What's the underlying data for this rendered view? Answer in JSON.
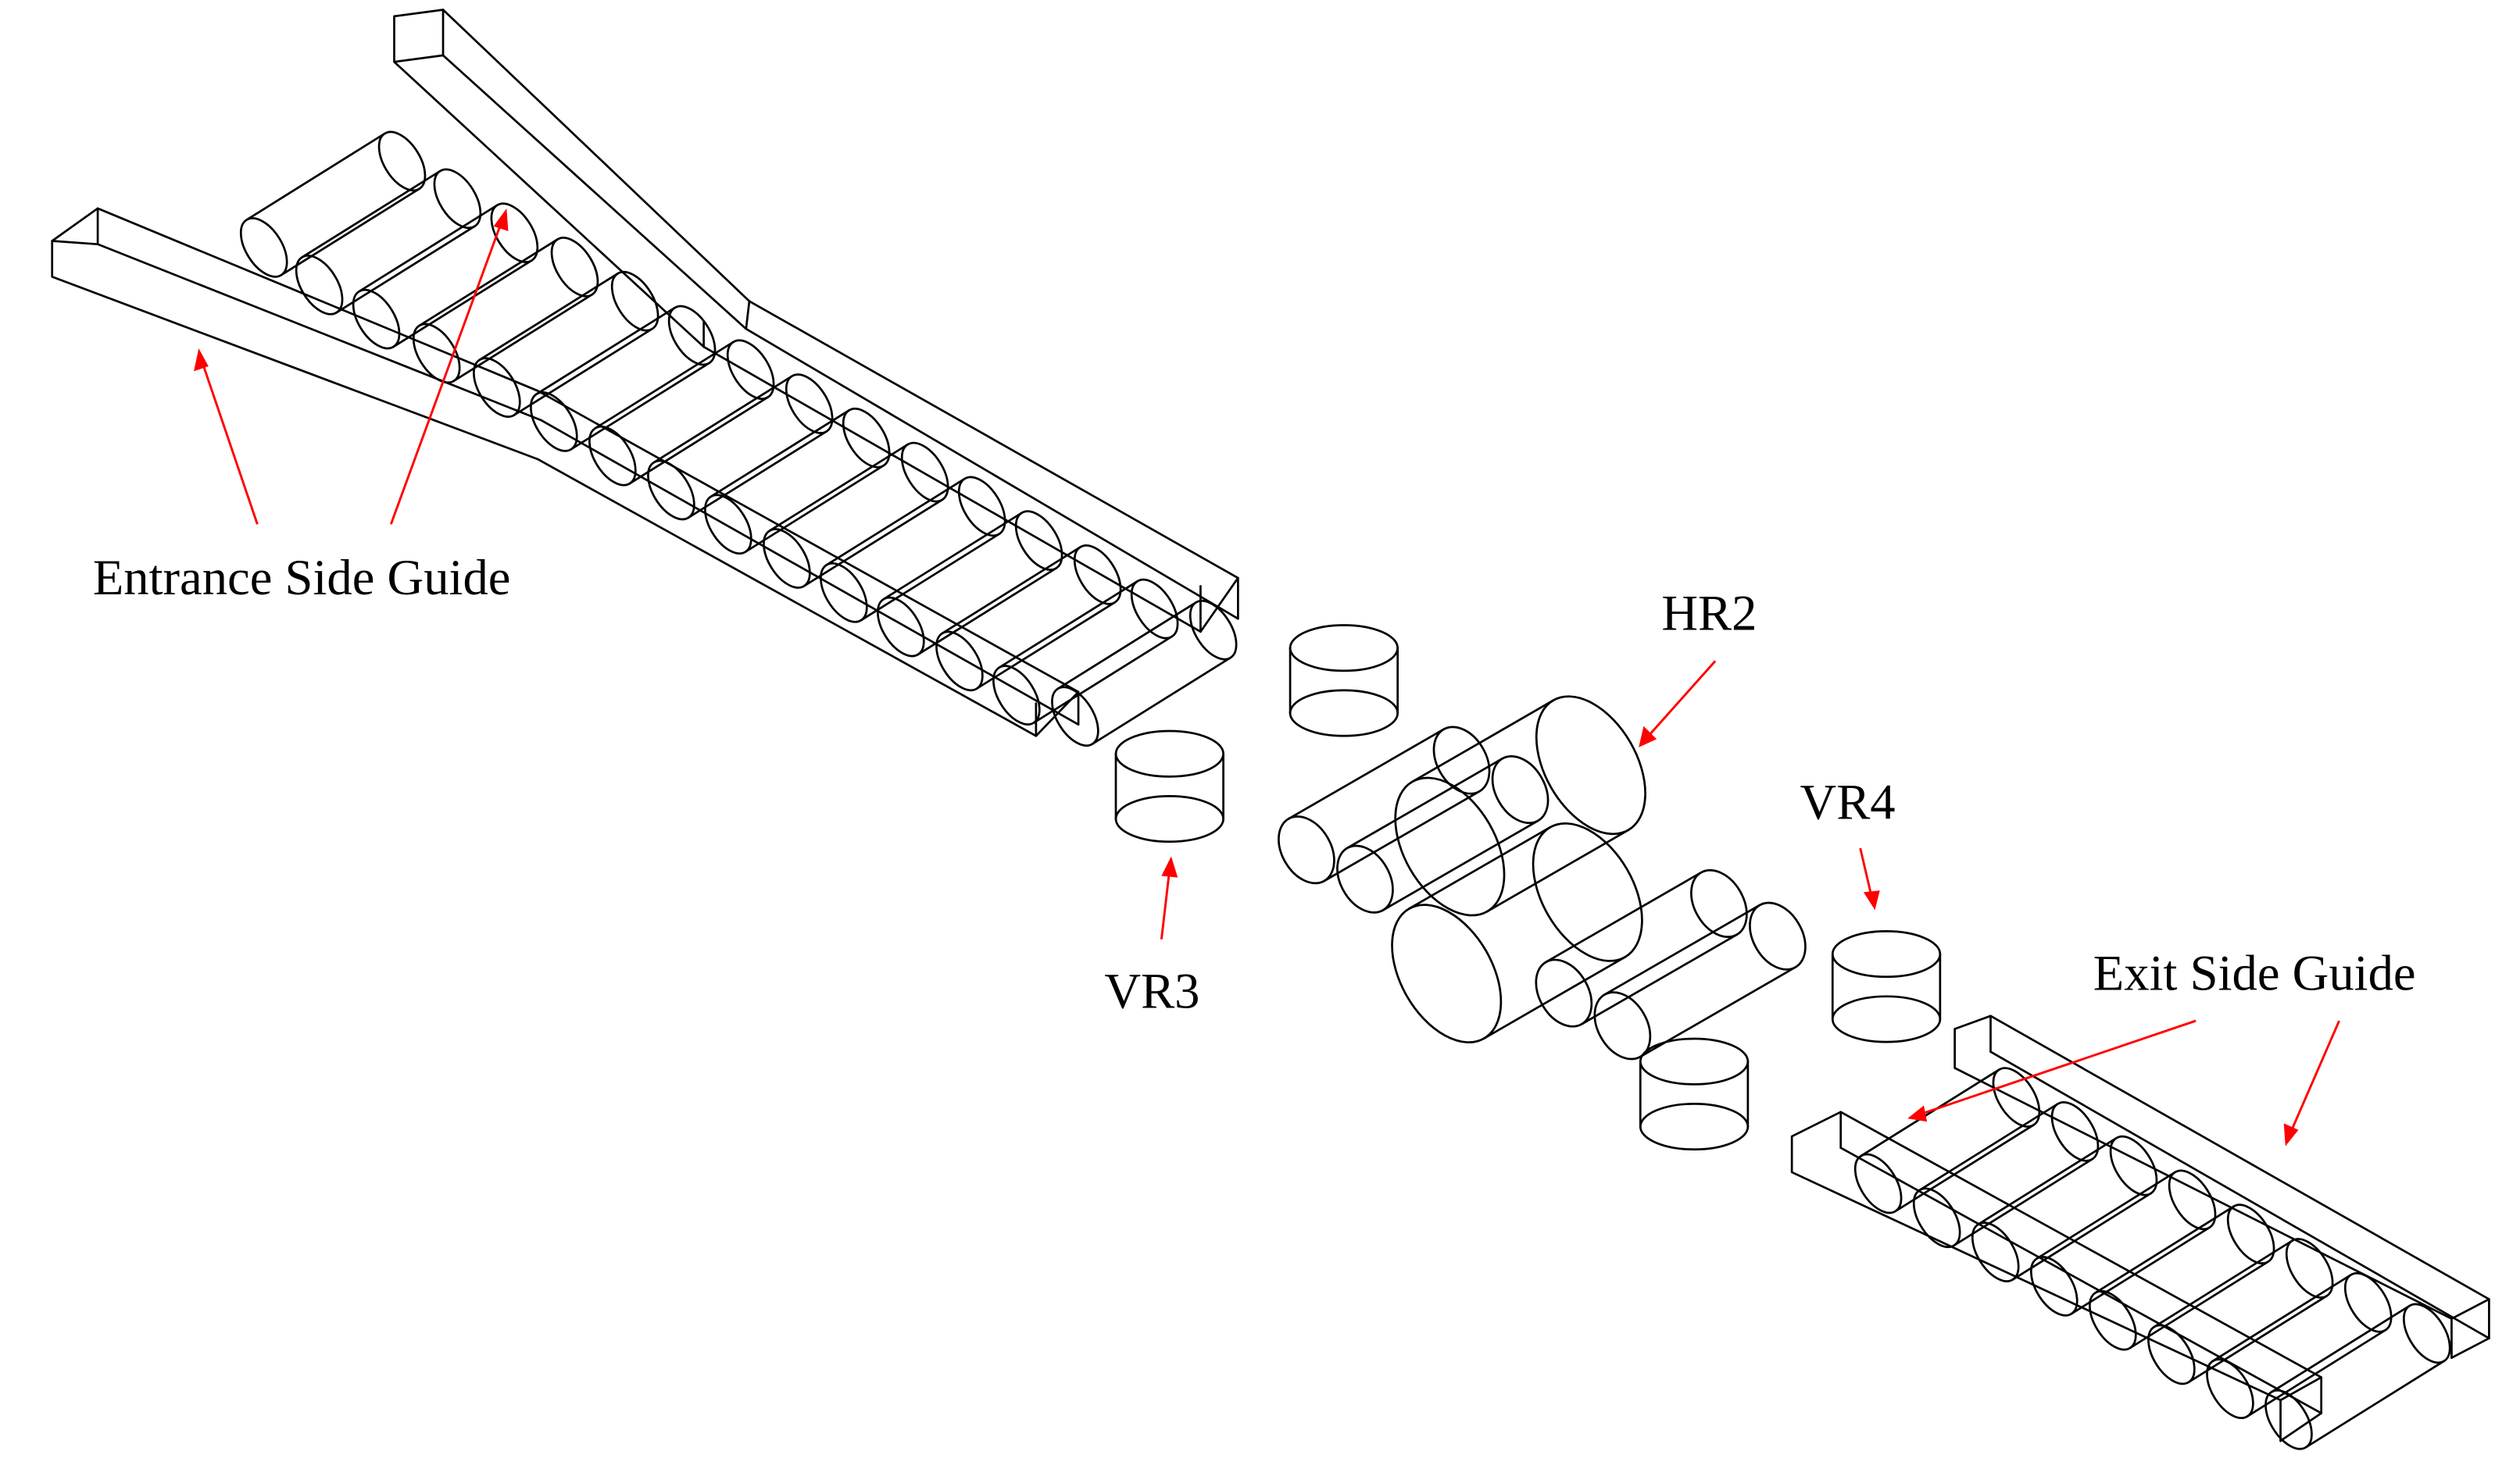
{
  "labels": {
    "entrance_side_guide": "Entrance Side Guide",
    "hr2": "HR2",
    "vr3": "VR3",
    "vr4": "VR4",
    "exit_side_guide": "Exit Side Guide"
  },
  "colors": {
    "line": "#000000",
    "arrow": "#ff0000",
    "background": "#ffffff"
  }
}
